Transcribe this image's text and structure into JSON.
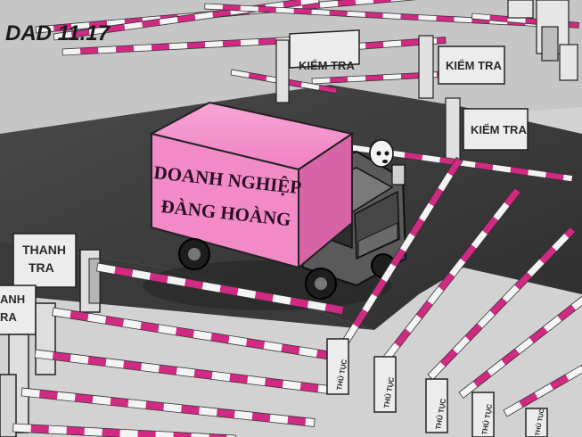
{
  "signature": "DAD 11.17",
  "truck": {
    "line1": "DOANH NGHIỆP",
    "line2": "ĐÀNG HOÀNG"
  },
  "checkpoints": {
    "kiem_tra_1": "KIỂM TRA",
    "kiem_tra_2": "KIỂM TRA",
    "kiem_tra_3": "KIỂM TRA"
  },
  "inspection": {
    "top": "THANH",
    "bottom": "TRA",
    "partial_top": "ANH",
    "partial_bottom": "RA"
  },
  "procedures": {
    "thu_tuc_1": "THỦ TỤC",
    "thu_tuc_2": "THỦ TỤC",
    "thu_tuc_3": "THỦ TỤC",
    "thu_tuc_4": "THỦ TỤC",
    "thu_tuc_5": "THỦ TỤC"
  },
  "colors": {
    "barrier_stripe": "#d12a83",
    "truck_box": "#f28ac8",
    "road": "#3f3f3f",
    "ground": "#cfcfcf"
  }
}
